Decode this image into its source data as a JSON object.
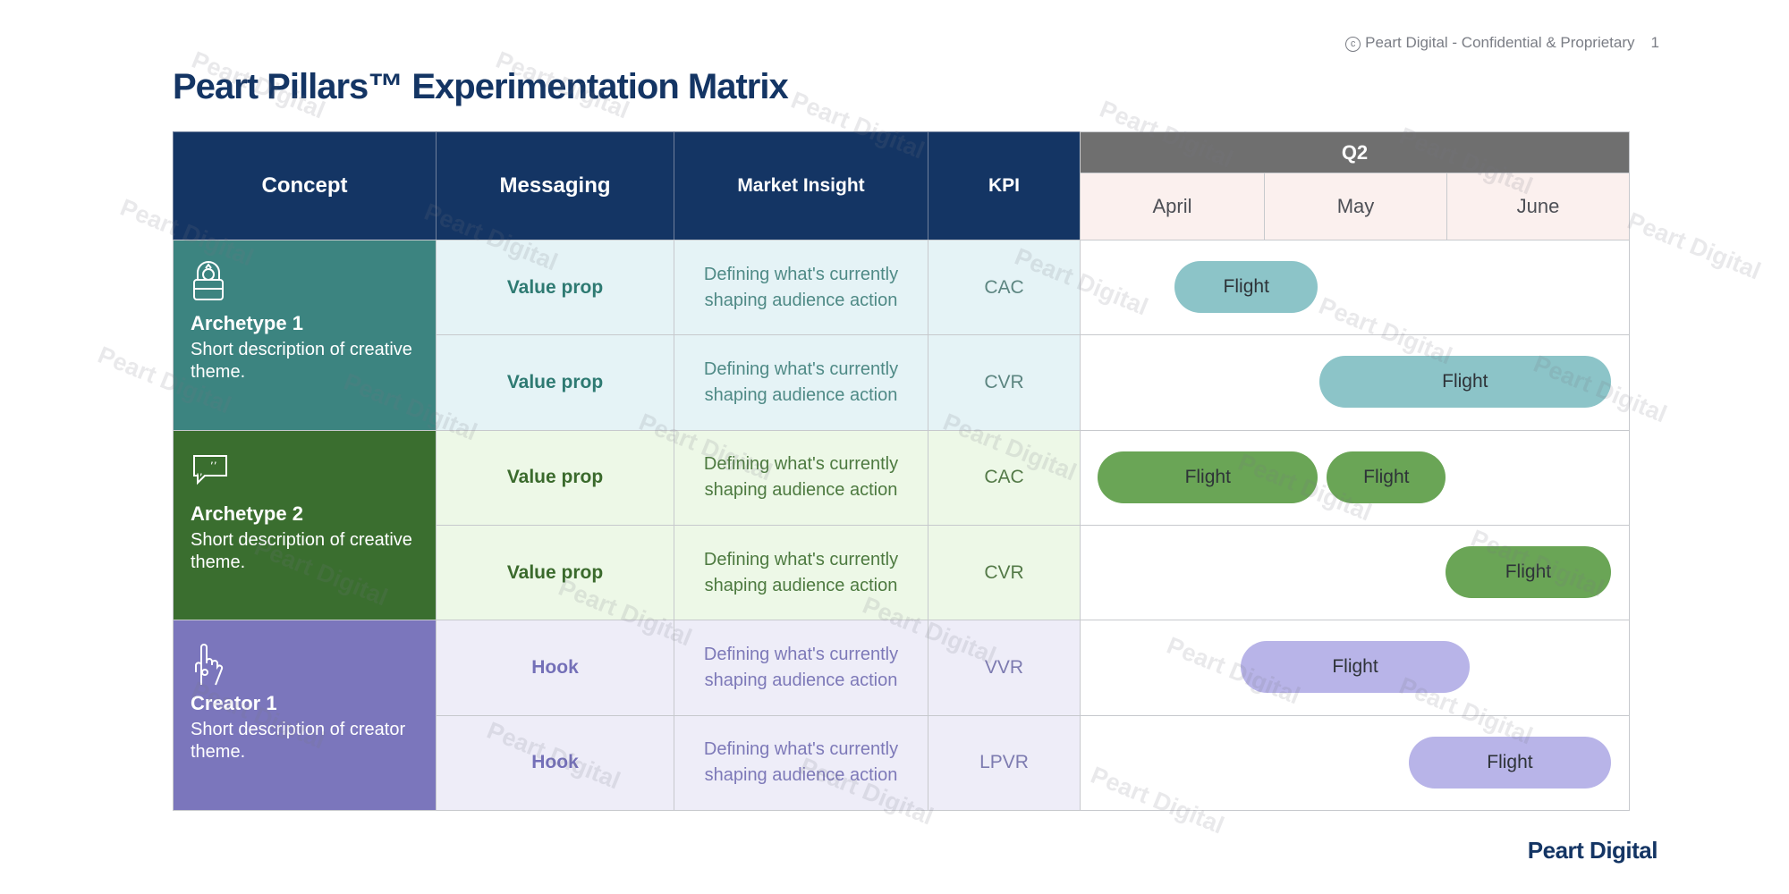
{
  "header": {
    "confidential_note": "Peart Digital - Confidential & Proprietary",
    "page_number": "1",
    "copyright_symbol": "c",
    "title": "Peart Pillars™ Experimentation Matrix"
  },
  "footer": {
    "brand": "Peart Digital"
  },
  "watermark_text": "Peart Digital",
  "columns": {
    "concept": "Concept",
    "messaging": "Messaging",
    "market_insight": "Market Insight",
    "kpi": "KPI",
    "quarter": "Q2",
    "months": [
      "April",
      "May",
      "June"
    ]
  },
  "colors": {
    "navy": "#143564",
    "quarter_gray": "#6f6f6f",
    "teal": "#3c8480",
    "teal_light": "#e5f3f6",
    "teal_flight": "#8cc4c8",
    "green": "#3a6e2f",
    "green_light": "#edf8e7",
    "green_flight": "#6aa556",
    "purple": "#7b76bc",
    "purple_light": "#eeedf8",
    "purple_flight": "#b8b4e8"
  },
  "concepts": [
    {
      "name": "Archetype 1",
      "description": "Short description of creative theme.",
      "icon": "ring-box-icon",
      "rows": [
        {
          "messaging": "Value prop",
          "insight": "Defining what's currently shaping audience action",
          "kpi": "CAC",
          "flights": [
            {
              "label": "Flight",
              "start_month": 0.52,
              "end_month": 1.3
            }
          ]
        },
        {
          "messaging": "Value prop",
          "insight": "Defining what's currently shaping audience action",
          "kpi": "CVR",
          "flights": [
            {
              "label": "Flight",
              "start_month": 1.31,
              "end_month": 2.9
            }
          ]
        }
      ]
    },
    {
      "name": "Archetype 2",
      "description": "Short description of creative theme.",
      "icon": "speech-bubble-icon",
      "rows": [
        {
          "messaging": "Value prop",
          "insight": "Defining what's currently shaping audience action",
          "kpi": "CAC",
          "flights": [
            {
              "label": "Flight",
              "start_month": 0.1,
              "end_month": 1.3
            },
            {
              "label": "Flight",
              "start_month": 1.35,
              "end_month": 2.0
            }
          ]
        },
        {
          "messaging": "Value prop",
          "insight": "Defining what's currently shaping audience action",
          "kpi": "CVR",
          "flights": [
            {
              "label": "Flight",
              "start_month": 2.0,
              "end_month": 2.9
            }
          ]
        }
      ]
    },
    {
      "name": "Creator 1",
      "description": "Short description of creator theme.",
      "icon": "hand-gesture-icon",
      "rows": [
        {
          "messaging": "Hook",
          "insight": "Defining what's currently shaping audience action",
          "kpi": "VVR",
          "flights": [
            {
              "label": "Flight",
              "start_month": 0.88,
              "end_month": 2.13
            }
          ]
        },
        {
          "messaging": "Hook",
          "insight": "Defining what's currently shaping audience action",
          "kpi": "LPVR",
          "flights": [
            {
              "label": "Flight",
              "start_month": 1.8,
              "end_month": 2.9
            }
          ]
        }
      ]
    }
  ]
}
